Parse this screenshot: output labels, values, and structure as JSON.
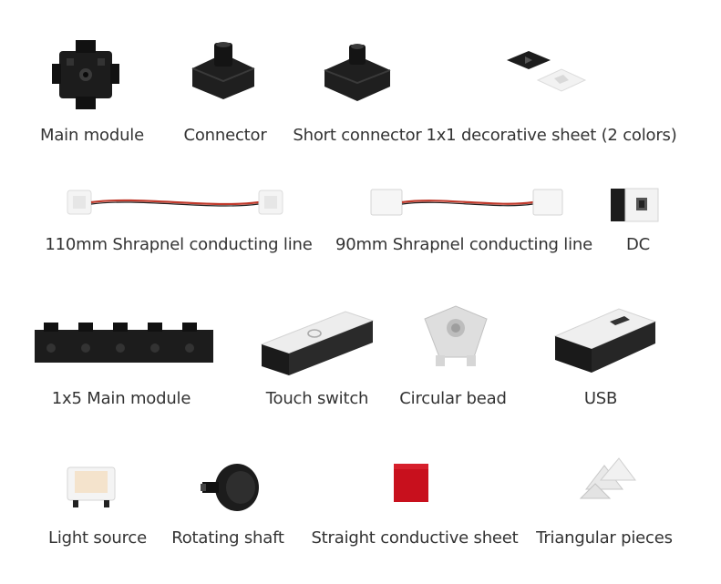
{
  "colors": {
    "black_part": "#1a1a1a",
    "dark_part": "#2c2c2c",
    "white_part": "#f2f2f2",
    "wire_red": "#c0392b",
    "red_sheet": "#c8101d",
    "warm_light": "#f4e3cc"
  },
  "parts": [
    {
      "label": "Main module",
      "icon": "main-module-icon"
    },
    {
      "label": "Connector",
      "icon": "connector-icon"
    },
    {
      "label": "Short connector",
      "icon": "short-connector-icon"
    },
    {
      "label": "1x1 decorative sheet (2 colors)",
      "icon": "decorative-sheet-icon"
    },
    {
      "label": "110mm Shrapnel conducting line",
      "icon": "conducting-line-110-icon"
    },
    {
      "label": "90mm Shrapnel conducting line",
      "icon": "conducting-line-90-icon"
    },
    {
      "label": "DC",
      "icon": "dc-module-icon"
    },
    {
      "label": "1x5 Main module",
      "icon": "main-module-1x5-icon"
    },
    {
      "label": "Touch switch",
      "icon": "touch-switch-icon"
    },
    {
      "label": "Circular bead",
      "icon": "circular-bead-icon"
    },
    {
      "label": "USB",
      "icon": "usb-module-icon"
    },
    {
      "label": "Light source",
      "icon": "light-source-icon"
    },
    {
      "label": "Rotating shaft",
      "icon": "rotating-shaft-icon"
    },
    {
      "label": "Straight conductive sheet",
      "icon": "conductive-sheet-icon"
    },
    {
      "label": "Triangular pieces",
      "icon": "triangular-pieces-icon"
    }
  ]
}
